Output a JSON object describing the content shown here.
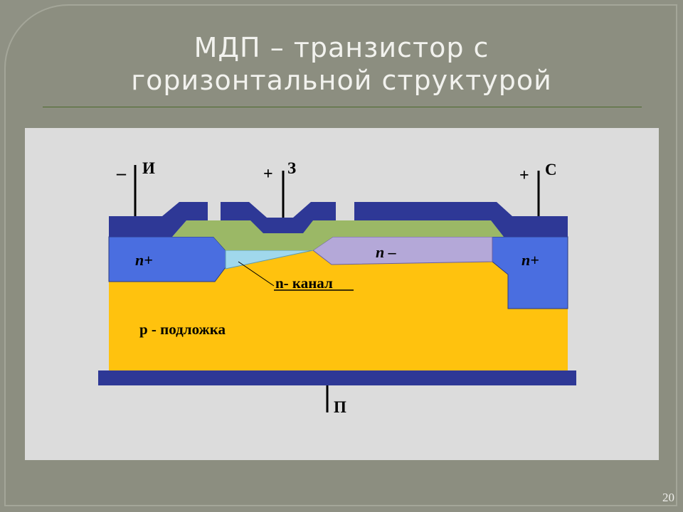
{
  "slide": {
    "title_line1": "МДП – транзистор с",
    "title_line2": "горизонтальной структурой",
    "page_number": "20"
  },
  "diagram": {
    "terminals": {
      "source": {
        "label": "И",
        "sign": "–"
      },
      "gate": {
        "label": "З",
        "sign": "+"
      },
      "drain": {
        "label": "С",
        "sign": "+"
      },
      "substrate": {
        "label": "П"
      }
    },
    "regions": {
      "n_plus_left": "n+",
      "n_minus": "n –",
      "n_plus_right": "n+",
      "channel": "n- канал",
      "substrate": "p - подложка"
    },
    "colors": {
      "substrate": "#ffc20e",
      "n_plus": "#4a6ee0",
      "n_minus": "#b4a8d8",
      "channel": "#a0d8ec",
      "oxide": "#9bb866",
      "metal": "#2e3896"
    }
  }
}
